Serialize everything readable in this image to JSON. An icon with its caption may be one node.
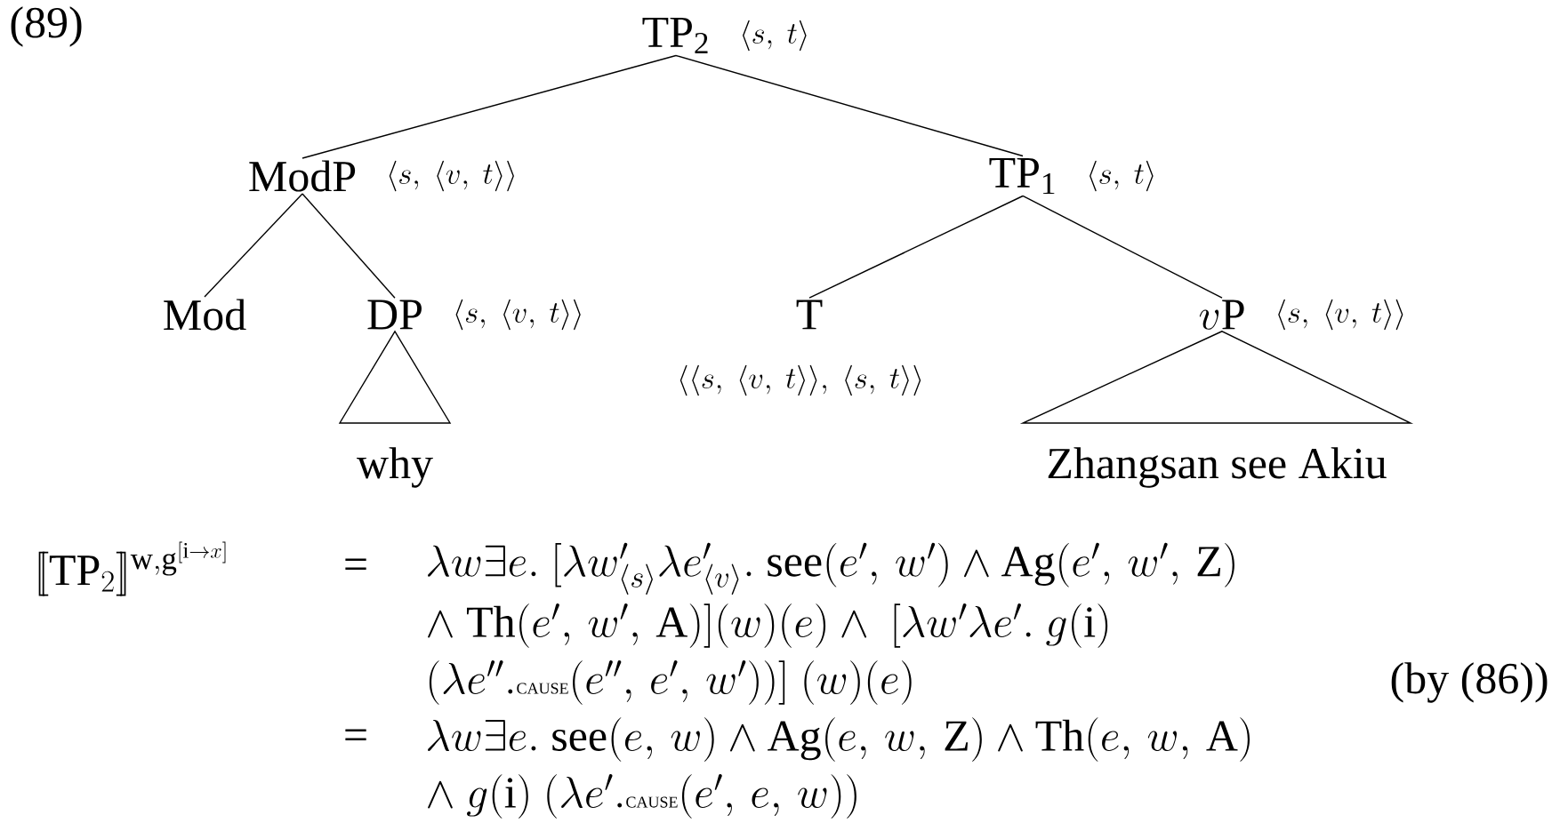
{
  "diagram": {
    "nodes": [
      {
        "text": [
          "TP$_{2}$"
        ],
        "beside": [
          "\\langle s,\\ t\\rangle"
        ]
      },
      {
        "text": [
          "ModP"
        ],
        "beside": [
          "\\langle s,\\ \\langle v,\\ t\\rangle\\rangle"
        ]
      },
      {
        "text": [
          "TP$_{1}$"
        ],
        "beside": [
          "\\langle s,\\ t\\rangle"
        ]
      },
      {
        "text": [
          "Mod"
        ]
      },
      {
        "text": [
          "DP"
        ],
        "beside": [
          "\\langle s,\\ \\langle v,\\ t\\rangle\\rangle"
        ]
      },
      {
        "text": [
          "T"
        ],
        "beside": [
          "\\langle\\langle s,\\ \\langle v,\\ t\\rangle\\rangle,\\ \\langle s,\\ t\\rangle\\rangle"
        ]
      },
      {
        "text": [
          "v\\mathrm{P}"
        ],
        "beside": [
          "\\langle s,\\ \\langle v,\\ t\\rangle\\rangle"
        ]
      },
      {
        "text": [
          "why"
        ]
      },
      {
        "text": [
          "Zhangsan see Akiu"
        ]
      }
    ],
    "edges": [
      {
        "from": 0,
        "to": 1,
        "arrow": "none"
      },
      {
        "from": 0,
        "to": 2,
        "arrow": "none"
      },
      {
        "from": 1,
        "to": 3,
        "arrow": "none"
      },
      {
        "from": 1,
        "to": 4,
        "arrow": "none"
      },
      {
        "from": 2,
        "to": 5,
        "arrow": "none"
      },
      {
        "from": 2,
        "to": 6,
        "arrow": "none"
      },
      {
        "from": 4,
        "to": 7,
        "arrow": "none"
      },
      {
        "from": 6,
        "to": 8,
        "arrow": "none"
      }
    ],
    "labels": [
      "(89)",
      "[\\![\\mathrm{TP}_2]\\!]^{\\mathrm{w},\\mathrm{g}^{[\\mathrm{i}\\rightarrow x]}}",
      "=",
      "\\lambda w\\exists e.\\ [\\lambda w'_{\\langle s\\rangle}\\lambda e'_{\\langle v\\rangle}.\\ \\mathrm{see}(e',\\,w')\\wedge\\mathrm{Ag}(e',\\,w',\\,\\mathrm{Z})",
      "\\wedge\\ \\mathrm{Th}(e',\\,w',\\,\\mathrm{A})](w)(e)\\wedge\\ [\\lambda w'\\lambda e'.\\ g(\\mathrm{i})",
      "(\\lambda e''.\\mbox{\\small CAUSE}(e'',\\,e',\\,w'))]\\ (w)(e)",
      "(by (86))",
      "=",
      "\\lambda w\\exists e.\\ \\mathrm{see}(e,\\,w)\\wedge\\mathrm{Ag}(e,\\,w,\\,\\mathrm{Z})\\wedge\\mathrm{Th}(e,\\,w,\\,\\mathrm{A})",
      "\\wedge\\ g(\\mathrm{i})\\ (\\lambda e'.\\mbox{\\small CAUSE}(e',\\,e,\\,w))"
    ]
  }
}
